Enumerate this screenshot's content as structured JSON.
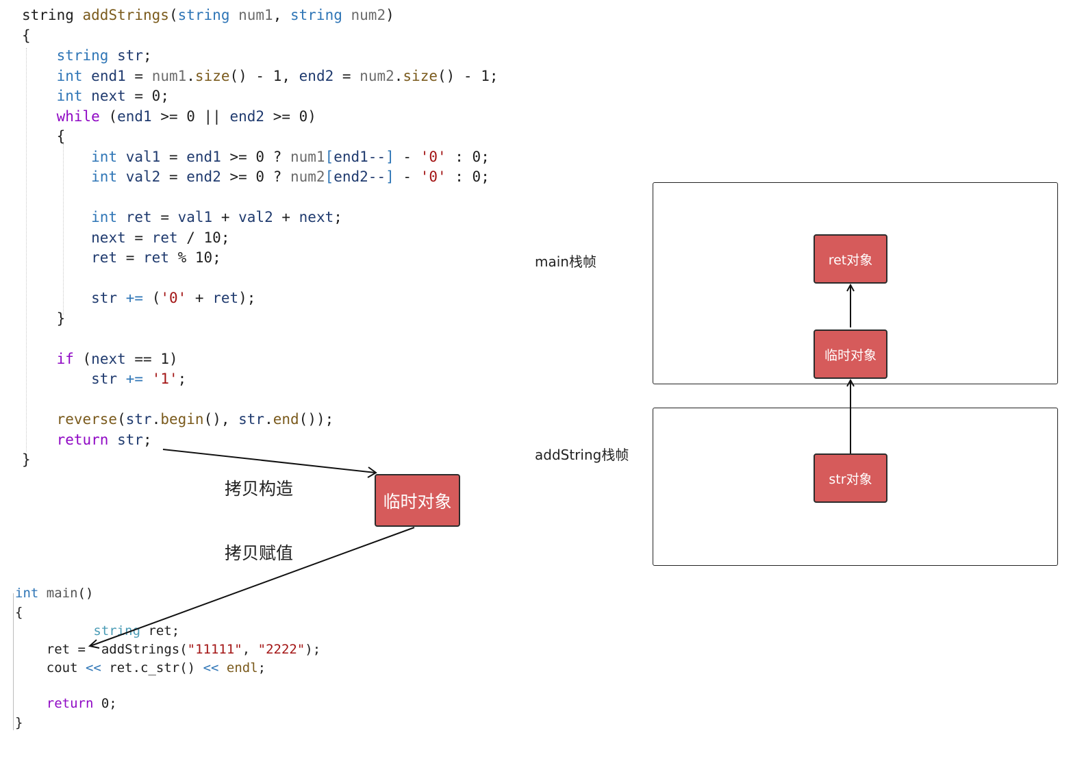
{
  "code_add_strings": {
    "signature_ret_type": "string",
    "signature_fn": "addStrings",
    "param1_type": "string",
    "param1_name": "num1",
    "param2_type": "string",
    "param2_name": "num2"
  },
  "labels": {
    "copy_construct": "拷贝构造",
    "copy_assign": "拷贝赋值",
    "temp_object_left": "临时对象",
    "main_frame": "main栈帧",
    "add_string_frame": "addString栈帧",
    "ret_object": "ret对象",
    "temp_object_right": "临时对象",
    "str_object": "str对象"
  },
  "colors": {
    "object_fill": "#d65b5b",
    "object_border": "#2b2b2b",
    "keyword": "#2e75b6",
    "string_literal": "#a31515",
    "control_keyword": "#8f08c4"
  }
}
